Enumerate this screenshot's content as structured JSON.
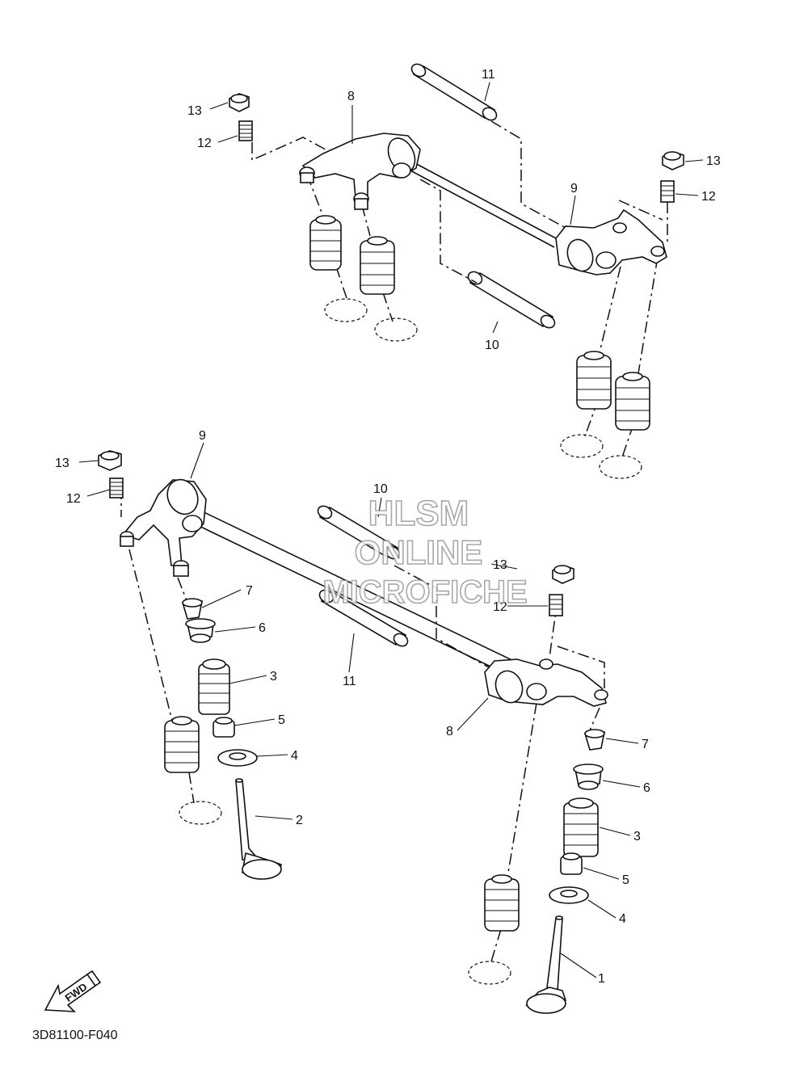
{
  "diagram": {
    "code": "3D81100-F040",
    "fwd_label": "FWD",
    "watermark": [
      "HLSM",
      "ONLINE",
      "MICROFICHE"
    ],
    "callouts": [
      {
        "id": "c1",
        "num": "1"
      },
      {
        "id": "c2",
        "num": "2"
      },
      {
        "id": "c3a",
        "num": "3"
      },
      {
        "id": "c3b",
        "num": "3"
      },
      {
        "id": "c4a",
        "num": "4"
      },
      {
        "id": "c4b",
        "num": "4"
      },
      {
        "id": "c5a",
        "num": "5"
      },
      {
        "id": "c5b",
        "num": "5"
      },
      {
        "id": "c6a",
        "num": "6"
      },
      {
        "id": "c6b",
        "num": "6"
      },
      {
        "id": "c7a",
        "num": "7"
      },
      {
        "id": "c7b",
        "num": "7"
      },
      {
        "id": "c8a",
        "num": "8"
      },
      {
        "id": "c8b",
        "num": "8"
      },
      {
        "id": "c9a",
        "num": "9"
      },
      {
        "id": "c9b",
        "num": "9"
      },
      {
        "id": "c10a",
        "num": "10"
      },
      {
        "id": "c10b",
        "num": "10"
      },
      {
        "id": "c11a",
        "num": "11"
      },
      {
        "id": "c11b",
        "num": "11"
      },
      {
        "id": "c12a",
        "num": "12"
      },
      {
        "id": "c12b",
        "num": "12"
      },
      {
        "id": "c12c",
        "num": "12"
      },
      {
        "id": "c12d",
        "num": "12"
      },
      {
        "id": "c13a",
        "num": "13"
      },
      {
        "id": "c13b",
        "num": "13"
      },
      {
        "id": "c13c",
        "num": "13"
      },
      {
        "id": "c13d",
        "num": "13"
      }
    ]
  }
}
